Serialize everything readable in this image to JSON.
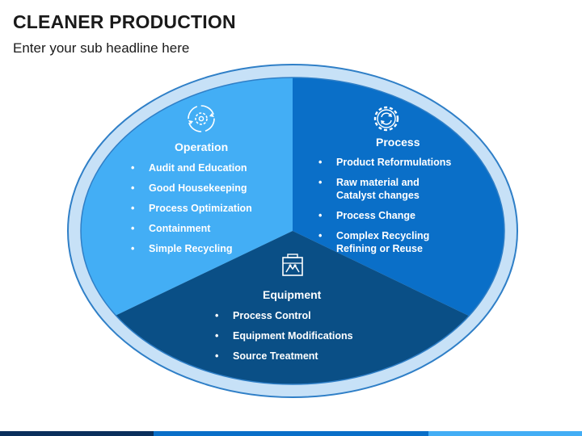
{
  "header": {
    "title": "CLEANER PRODUCTION",
    "subtitle": "Enter your sub headline here"
  },
  "colors": {
    "operation": "#43aef5",
    "process": "#0a6fc8",
    "equipment": "#0a4f86",
    "ring": "#c7e1f7",
    "ring_stroke": "#2f7fc7"
  },
  "sections": {
    "operation": {
      "title": "Operation",
      "icon": "gear-cycle-icon",
      "items": [
        "Audit and Education",
        "Good Housekeeping",
        "Process Optimization",
        "Containment",
        "Simple Recycling"
      ]
    },
    "process": {
      "title": "Process",
      "icon": "gear-arrows-icon",
      "items": [
        "Product Reformulations",
        "Raw material and Catalyst changes",
        "Process Change",
        "Complex Recycling Refining or Reuse"
      ]
    },
    "equipment": {
      "title": "Equipment",
      "icon": "toolbox-icon",
      "items": [
        "Process Control",
        "Equipment Modifications",
        "Source Treatment"
      ]
    }
  }
}
